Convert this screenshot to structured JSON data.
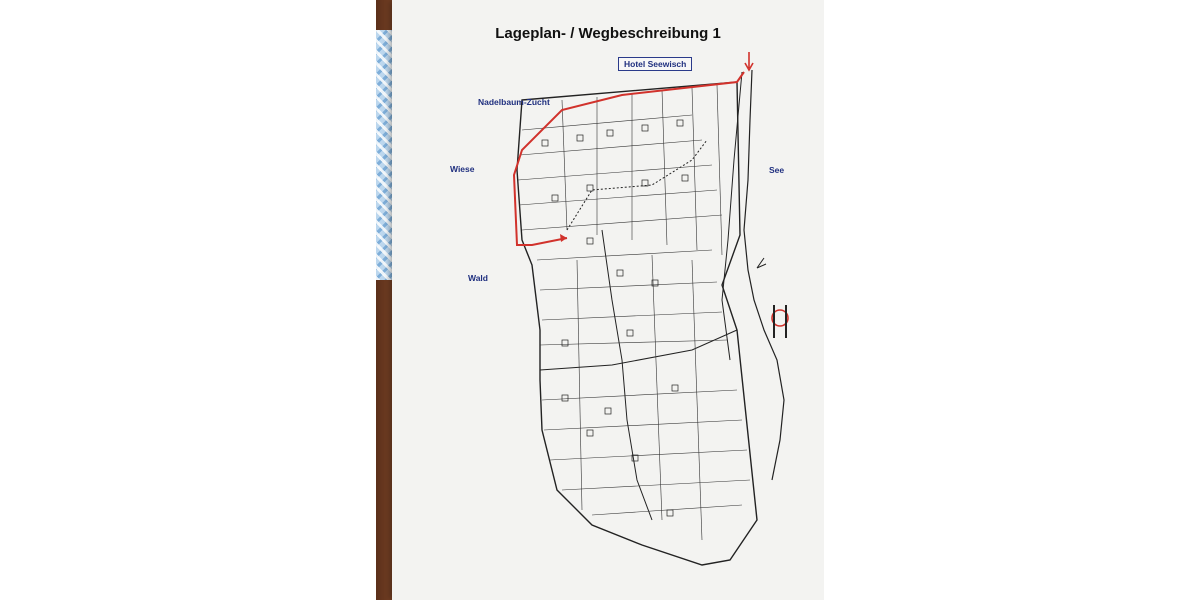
{
  "map": {
    "title": "Lageplan- / Wegbeschreibung 1",
    "hotel_label": "Hotel Seewisch",
    "areas": {
      "nadelbaum": "Nadelbaum-Zucht",
      "wiese": "Wiese",
      "see": "See",
      "wald": "Wald"
    }
  },
  "colors": {
    "route": "#d1322c",
    "label_text": "#1f2f7f",
    "line": "#222222"
  }
}
